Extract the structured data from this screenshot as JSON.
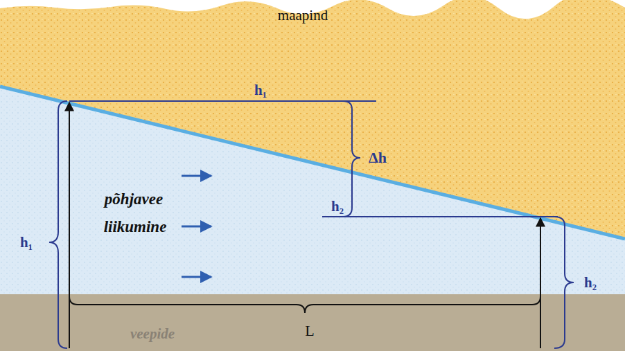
{
  "diagram": {
    "labels": [
      "maapind",
      "h₁",
      "Δh",
      "h₂",
      "põhjavee",
      "liikumine",
      "h₁",
      "h₂",
      "L",
      "veepide"
    ]
  }
}
